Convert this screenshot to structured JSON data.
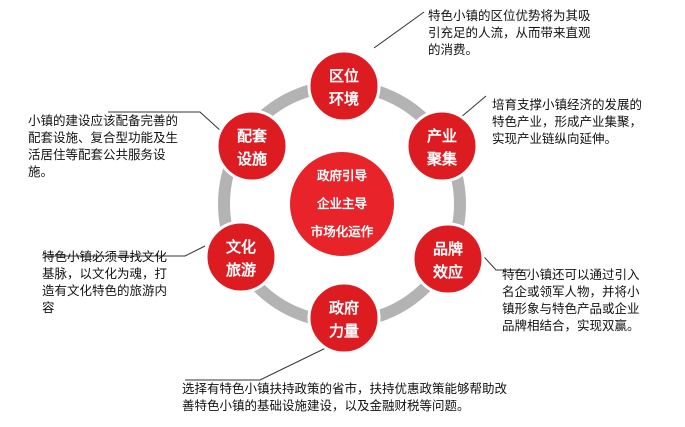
{
  "colors": {
    "node_red": "#dd1c22",
    "center_red": "#e8232a",
    "ring_gray": "#b3b3b3",
    "leader_gray": "#333333",
    "text_dark": "#111111",
    "center_text": "#ffffff"
  },
  "center": {
    "line1": "政府引导",
    "line2": "企业主导",
    "line3": "市场化运作"
  },
  "nodes": {
    "location": {
      "line1": "区位",
      "line2": "环境"
    },
    "industry": {
      "line1": "产业",
      "line2": "聚集"
    },
    "brand": {
      "line1": "品牌",
      "line2": "效应"
    },
    "government": {
      "line1": "政府",
      "line2": "力量"
    },
    "culture": {
      "line1": "文化",
      "line2": "旅游"
    },
    "facilities": {
      "line1": "配套",
      "line2": "设施"
    }
  },
  "descriptions": {
    "location": [
      "特色小镇的区位优势将为其吸",
      "引充足的人流，从而带来直观",
      "的消费。"
    ],
    "industry": [
      "培育支撑小镇经济的发展的",
      "特色产业，形成产业集聚，",
      "实现产业链纵向延伸。"
    ],
    "brand": [
      "特色小镇还可以通过引入",
      "名企或领军人物，并将小",
      "镇形象与特色产品或企业",
      "品牌相结合，实现双赢。"
    ],
    "government": [
      "选择有特色小镇扶持政策的省市，扶持优惠政策能够帮助改",
      "善特色小镇的基础设施建设，以及金融财税等问题。"
    ],
    "culture": [
      "特色小镇必须寻找文化",
      "基脉，以文化为魂，打",
      "造有文化特色的旅游内",
      "容"
    ],
    "facilities": [
      "小镇的建设应该配备完善的",
      "配套设施、复合型功能及生",
      "活居住等配套公共服务设",
      "施。"
    ]
  }
}
